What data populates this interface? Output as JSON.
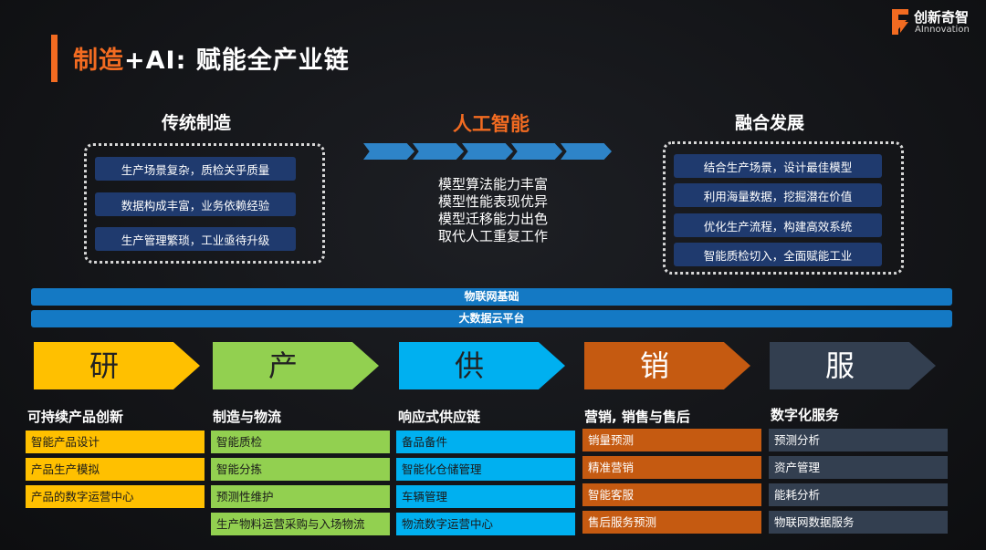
{
  "header": {
    "title_accent": "制造",
    "title_rest": "+AI: 赋能全产业链"
  },
  "logo": {
    "name_cn": "创新奇智",
    "name_en": "AInnovation"
  },
  "colors": {
    "accent": "#f26b21",
    "pill": "#1f3a6e",
    "bar": "#1479c4",
    "stage_yan": "#ffc000",
    "stage_chan": "#92d050",
    "stage_gong": "#00b0f0",
    "stage_xiao": "#c55a11",
    "stage_fu": "#333f50"
  },
  "traditional": {
    "heading": "传统制造",
    "items": [
      "生产场景复杂，质检关乎质量",
      "数据构成丰富，业务依赖经验",
      "生产管理繁琐，工业亟待升级"
    ]
  },
  "ai": {
    "heading": "人工智能",
    "lines": [
      "模型算法能力丰富",
      "模型性能表现优异",
      "模型迁移能力出色",
      "取代人工重复工作"
    ]
  },
  "fusion": {
    "heading": "融合发展",
    "items": [
      "结合生产场景，设计最佳模型",
      "利用海量数据，挖掘潜在价值",
      "优化生产流程，构建高效系统",
      "智能质检切入，全面赋能工业"
    ]
  },
  "bars": {
    "iot": "物联网基础",
    "cloud": "大数据云平台"
  },
  "stages": [
    "研",
    "产",
    "供",
    "销",
    "服"
  ],
  "columns": [
    {
      "title": "可持续产品创新",
      "items": [
        "智能产品设计",
        "产品生产模拟",
        "产品的数字运营中心"
      ]
    },
    {
      "title": "制造与物流",
      "items": [
        "智能质检",
        "智能分拣",
        "预测性维护",
        "生产物料运营采购与入场物流"
      ]
    },
    {
      "title": "响应式供应链",
      "items": [
        "备品备件",
        "智能化仓储管理",
        "车辆管理",
        "物流数字运营中心"
      ]
    },
    {
      "title": "营销, 销售与售后",
      "items": [
        "销量预测",
        "精准营销",
        "智能客服",
        "售后服务预测"
      ]
    },
    {
      "title": "数字化服务",
      "items": [
        "预测分析",
        "资产管理",
        "能耗分析",
        "物联网数据服务"
      ]
    }
  ]
}
